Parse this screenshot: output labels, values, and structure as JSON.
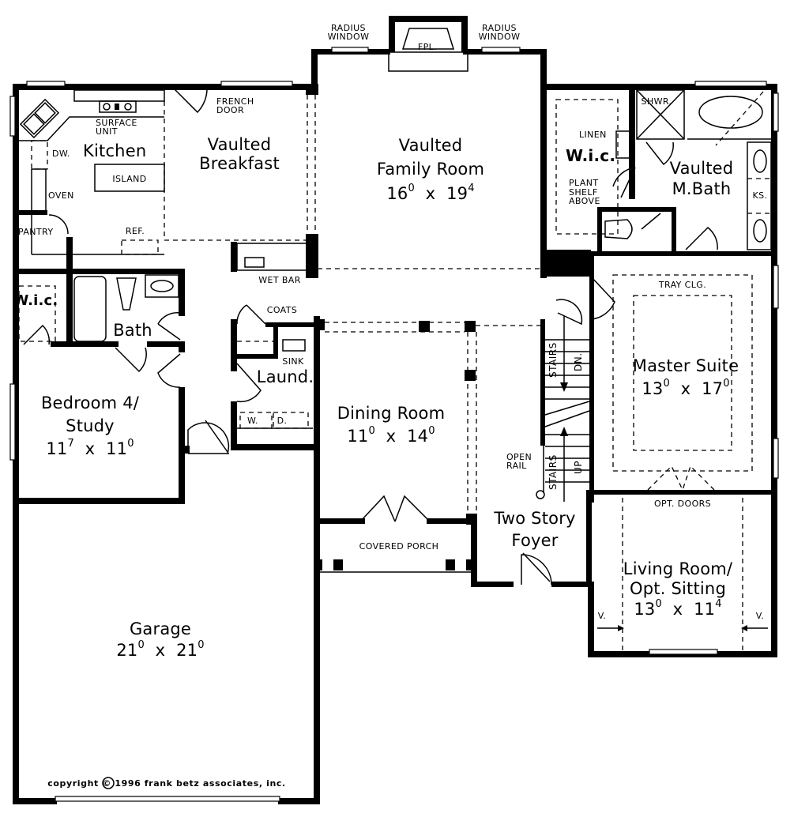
{
  "plan": {
    "copyright": "copyright © 1996 frank betz associates, inc."
  },
  "rooms": {
    "kitchen": {
      "name": "Kitchen"
    },
    "breakfast": {
      "name_line1": "Vaulted",
      "name_line2": "Breakfast"
    },
    "family_room": {
      "name_line1": "Vaulted",
      "name_line2": "Family Room",
      "dim_w": "16",
      "dim_w_in": "0",
      "dim_l": "19",
      "dim_l_in": "4"
    },
    "master_wic": {
      "name": "W.i.c."
    },
    "master_bath": {
      "name_line1": "Vaulted",
      "name_line2": "M.Bath"
    },
    "master_suite": {
      "name": "Master Suite",
      "dim_w": "13",
      "dim_w_in": "0",
      "dim_l": "17",
      "dim_l_in": "0"
    },
    "living_room": {
      "name_line1": "Living Room/",
      "name_line2": "Opt. Sitting",
      "dim_w": "13",
      "dim_w_in": "0",
      "dim_l": "11",
      "dim_l_in": "4"
    },
    "wic": {
      "name": "W.i.c."
    },
    "bath": {
      "name": "Bath"
    },
    "bedroom4": {
      "name_line1": "Bedroom 4/",
      "name_line2": "Study",
      "dim_w": "11",
      "dim_w_in": "7",
      "dim_l": "11",
      "dim_l_in": "0"
    },
    "laundry": {
      "name": "Laund."
    },
    "dining_room": {
      "name": "Dining Room",
      "dim_w": "11",
      "dim_w_in": "0",
      "dim_l": "14",
      "dim_l_in": "0"
    },
    "foyer": {
      "name_line1": "Two Story",
      "name_line2": "Foyer"
    },
    "garage": {
      "name": "Garage",
      "dim_w": "21",
      "dim_w_in": "0",
      "dim_l": "21",
      "dim_l_in": "0"
    }
  },
  "annotations": {
    "radius_window_left": [
      "RADIUS",
      "WINDOW"
    ],
    "radius_window_right": [
      "RADIUS",
      "WINDOW"
    ],
    "fireplace": "FPL.",
    "french_door": [
      "FRENCH",
      "DOOR"
    ],
    "surface_unit": [
      "SURFACE",
      "UNIT"
    ],
    "dishwasher": "DW.",
    "island": "ISLAND",
    "oven": "OVEN",
    "pantry": "PANTRY",
    "refrigerator": "REF.",
    "wet_bar": "WET BAR",
    "coats": "COATS",
    "sink": "SINK",
    "washer": "W.",
    "dryer": "D.",
    "linen": "LINEN",
    "plant_shelf": [
      "PLANT",
      "SHELF",
      "ABOVE"
    ],
    "shower": "SHWR.",
    "knee_space": "KS.",
    "tray_ceiling": "TRAY CLG.",
    "opt_doors": "OPT. DOORS",
    "stairs_down": "STAIRS",
    "dn": "DN.",
    "stairs_up": "STAIRS",
    "up": "UP",
    "open_rail": [
      "OPEN",
      "RAIL"
    ],
    "covered_porch": "COVERED PORCH",
    "vaulted_left": "V.",
    "vaulted_right": "V."
  }
}
